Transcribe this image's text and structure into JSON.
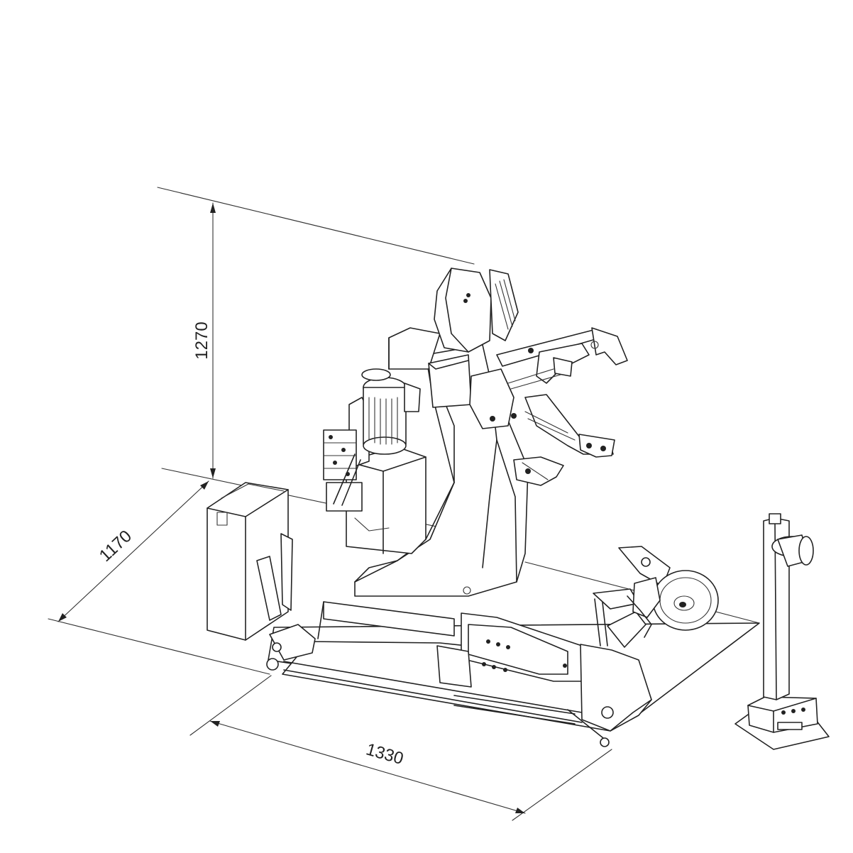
{
  "dimensions": {
    "height": "1270",
    "depth": "1170",
    "width": "1330"
  },
  "colors": {
    "line": "#222222",
    "background": "#ffffff"
  }
}
